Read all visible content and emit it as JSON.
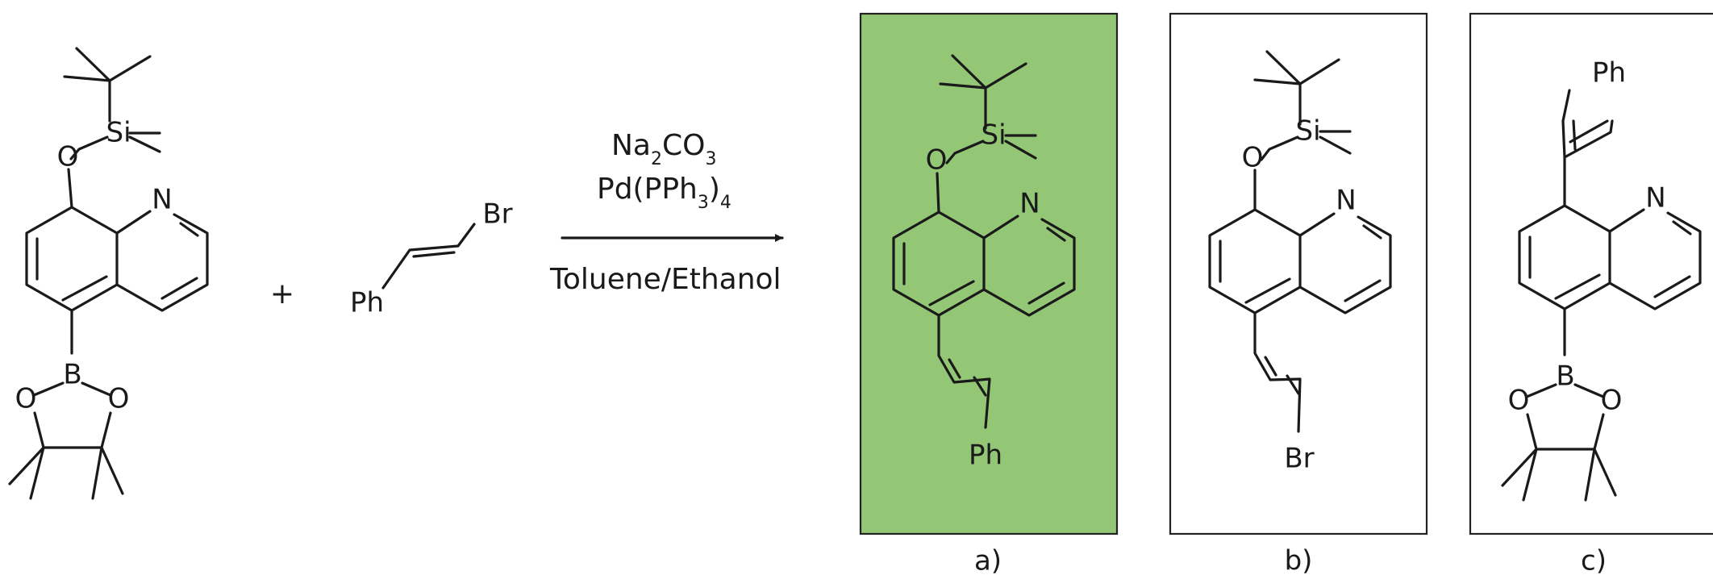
{
  "reaction": {
    "plus": "+",
    "conditions": {
      "base": "Na",
      "base_sub1": "2",
      "base_mid": "CO",
      "base_sub2": "3",
      "catalyst": "Pd(PPh",
      "catalyst_sub1": "3",
      "catalyst_close": ")",
      "catalyst_sub2": "4",
      "solvent": "Toluene/Ethanol"
    },
    "reactant2": {
      "ph": "Ph",
      "br": "Br"
    }
  },
  "atoms": {
    "silicon": "Si",
    "oxygen": "O",
    "nitrogen": "N",
    "boron": "B",
    "phenyl": "Ph",
    "bromine": "Br"
  },
  "options": [
    {
      "label": "a)",
      "selected": true,
      "fill": "#93c776",
      "substituent": "Ph"
    },
    {
      "label": "b)",
      "selected": false,
      "fill": "#ffffff",
      "substituent": "Br"
    },
    {
      "label": "c)",
      "selected": false,
      "fill": "#ffffff",
      "substituent": "Ph"
    }
  ],
  "colors": {
    "selected_fill": "#93c776",
    "ink": "#1a1a1a"
  }
}
